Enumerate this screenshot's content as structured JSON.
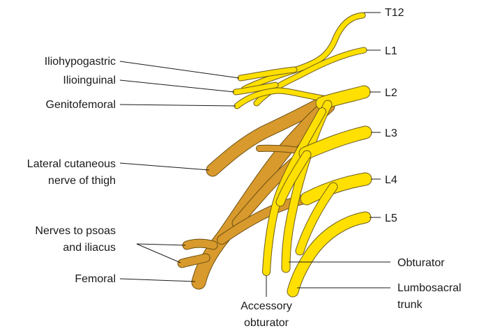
{
  "diagram": {
    "spinal_roots": [
      "T12",
      "L1",
      "L2",
      "L3",
      "L4",
      "L5"
    ],
    "left_labels": {
      "iliohypogastric": "Iliohypogastric",
      "ilioinguinal": "Ilioinguinal",
      "genitofemoral": "Genitofemoral",
      "lateral_cutaneous_line1": "Lateral cutaneous",
      "lateral_cutaneous_line2": "nerve of thigh",
      "psoas_line1": "Nerves to psoas",
      "psoas_line2": "and iliacus",
      "femoral": "Femoral"
    },
    "right_labels": {
      "obturator": "Obturator",
      "lumbosacral_line1": "Lumbosacral",
      "lumbosacral_line2": "trunk"
    },
    "bottom_labels": {
      "accessory_line1": "Accessory",
      "accessory_line2": "obturator"
    },
    "colors": {
      "yellow_nerve": "#ffe000",
      "brown_nerve": "#d89a2c",
      "outline": "#6b5a1e",
      "text": "#1a1a1a"
    }
  }
}
